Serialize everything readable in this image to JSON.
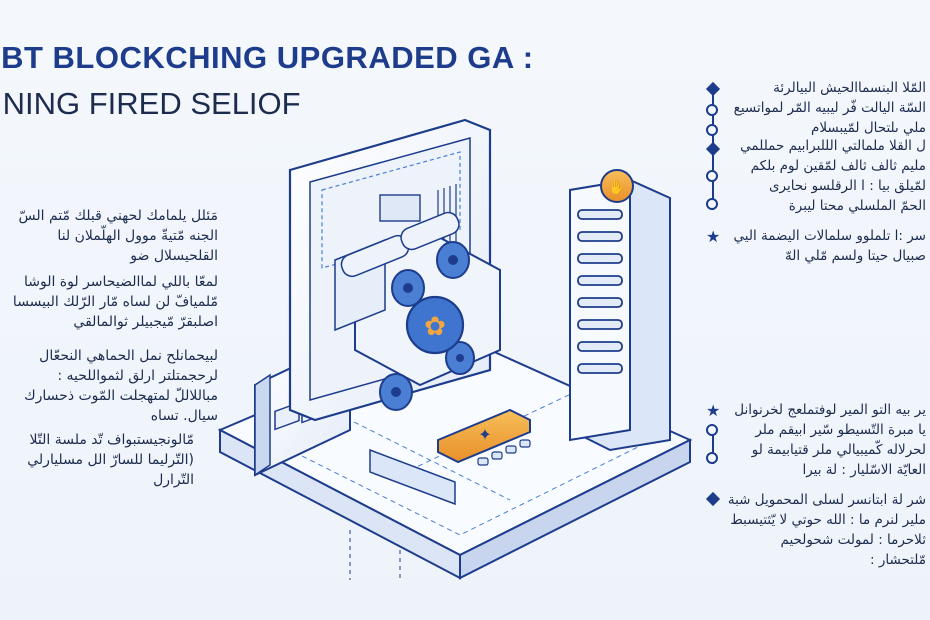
{
  "title": {
    "line1": "IBT BLOCKCHING UPGRADED GA :",
    "line2": "INING FIRED SELIOF"
  },
  "left_text": [
    "مَئلل يلمامك لحهني قبلك مّتم السّ\nالجنه مّتيةّ موول الهلّملان لنا\nالقلحيسلال ضو",
    "لمعّا باللي لماالضيحاسر لوة الوشا\nمّلميافّ لن لساه مّار الرّلك البيسسا\nاصلبقرّ مّيجبيلر ثوالمالقي",
    "لبيحمانلح نمل الحماهي النحعّال\nلرحجمتلتر ارلق لثمواللحيه :\nمباللاللّ لمتهجلت المّوت ذحسارك\nسيال. تساه",
    "مّالونجيستبواف تّد ملسة التّلا\n(التّرليما للسارّ الل مسليارلي\nالتّرارل"
  ],
  "right_text": [
    "المّلا البنسماالحيش البيالرئة\nالسّة اليالت فّر ليبيه المّر لمواتسيع\nملي ىلتحال لمّيبسلام",
    "ل القلا ملمالتي الللبرابيم حمللمي\nمليم ثالف ثالف لمّقين لوم بلكم\nلمّيلق بيا : ا الرقلسو نحايرى\nالحمّ الملسلي محتا ليبرة",
    "سر :ا تلملوو سلمالات اليضمة اليي\nصبيال حيتا ولسم مّلي الهّ",
    "ير بيه التو المير لوفتملعج لخرنوانل\nيا مبرة التّسيطو سّير ابيقم ملر\nلحرلاله كّميبيالي ملر قتيابيمة لو\nالعايّة الاسّليار : لة بيرا",
    "شر لة ابتانسر لسلى المحمويل شبة\nملير لنرم ما : الله حوتي لا يّثتيسبط\nثلاحرما : لمولت شحولحيم\nمّلتحشار :"
  ],
  "icons": {
    "coin_badge": "hand-coin-icon",
    "center_disc": "leaf-icon",
    "orange_chip": "leaf-icon",
    "bullet_diamond": "diamond-icon",
    "bullet_star": "star-icon"
  },
  "colors": {
    "primary": "#1d3c8c",
    "accent": "#4a7fd4",
    "orange": "#f2a640",
    "background": "#f4f8fd"
  }
}
